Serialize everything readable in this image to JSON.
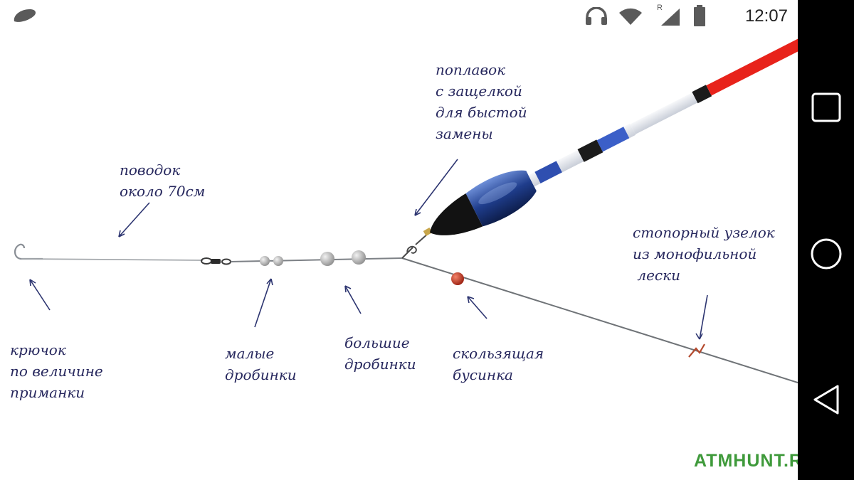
{
  "status_bar": {
    "time": "12:07",
    "left_icon": "app-notification-icon",
    "icons": [
      "headphones-icon",
      "wifi-icon",
      "signal-roaming-icon",
      "battery-icon"
    ],
    "roaming_indicator": "R"
  },
  "nav_bar": {
    "buttons": [
      "recents-square-icon",
      "home-circle-icon",
      "back-triangle-icon"
    ]
  },
  "diagram": {
    "labels": {
      "float": "поплавок\nс защелкой\nдля быстой\nзамены",
      "leader": "поводок\nоколо 70см",
      "stopper": "стопорный узелок\nиз монофильной\n лески",
      "hook": "крючок\nпо величине\nприманки",
      "small_shot": "малые\nдробинки",
      "large_shot": "большие\nдробинки",
      "bead": "скользящая\nбусинка"
    },
    "watermark": "ATMHUNT.Ru",
    "colors": {
      "label_text": "#27285e",
      "float_body": "#1f3d8c",
      "float_tip": "#e8231b",
      "bead": "#c0392b",
      "watermark": "#3f9a3b"
    }
  }
}
